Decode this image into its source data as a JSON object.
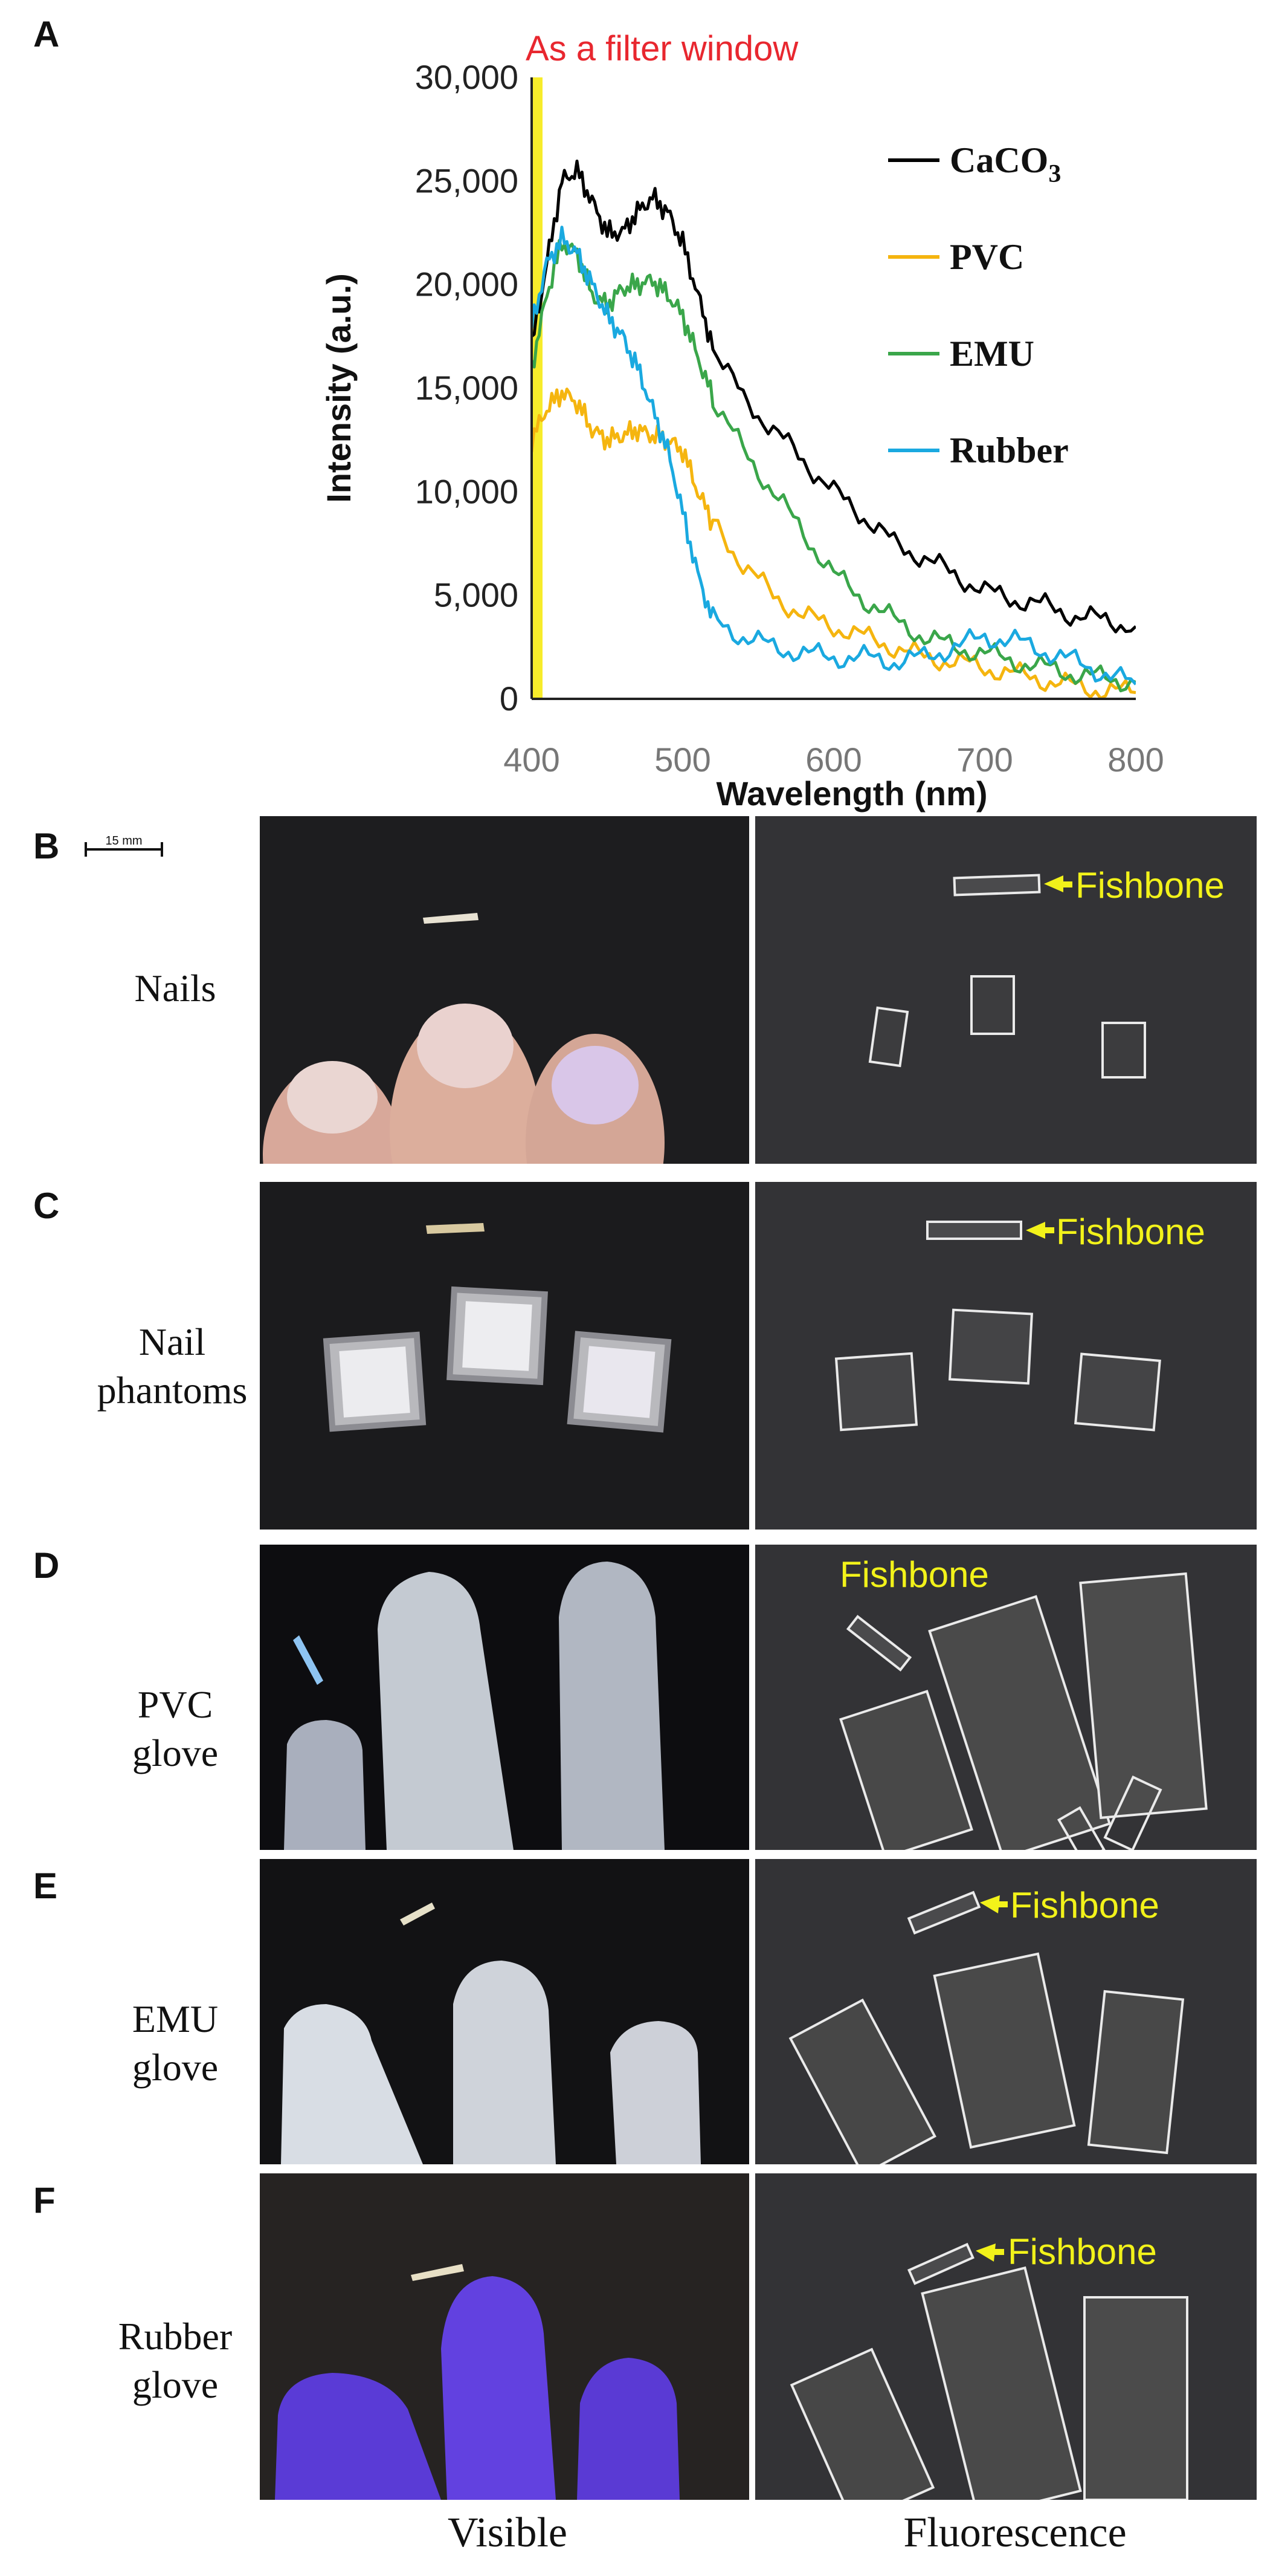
{
  "panels": {
    "a": "A",
    "b": "B",
    "c": "C",
    "d": "D",
    "e": "E",
    "f": "F"
  },
  "scale_bar": "15 mm",
  "rows": {
    "b": "Nails",
    "c_line1": "Nail",
    "c_line2": "phantoms",
    "d_line1": "PVC",
    "d_line2": "glove",
    "e_line1": "EMU",
    "e_line2": "glove",
    "f_line1": "Rubber",
    "f_line2": "glove"
  },
  "fishbone_label": "Fishbone",
  "columns": {
    "visible": "Visible",
    "fluorescence": "Fluorescence"
  },
  "chart_data": {
    "type": "line",
    "annotation": "As a filter window",
    "xlabel": "Wavelength (nm)",
    "ylabel": "Intensity (a.u.)",
    "xlim": [
      400,
      800
    ],
    "ylim": [
      0,
      30000
    ],
    "xticks": [
      "400",
      "500",
      "600",
      "700",
      "800"
    ],
    "yticks": [
      "0",
      "5,000",
      "10,000",
      "15,000",
      "20,000",
      "25,000",
      "30,000"
    ],
    "legend_position": "top-right",
    "series": [
      {
        "name": "CaCO",
        "sub": "3",
        "color": "#000000",
        "x": [
          400,
          410,
          420,
          430,
          440,
          450,
          460,
          470,
          480,
          490,
          500,
          510,
          520,
          540,
          560,
          580,
          600,
          620,
          640,
          660,
          680,
          700,
          720,
          740,
          760,
          780,
          800
        ],
        "y": [
          17000,
          21000,
          25000,
          25500,
          24000,
          22500,
          22500,
          23500,
          24200,
          23500,
          22000,
          19500,
          17000,
          14500,
          13000,
          11500,
          10000,
          8800,
          7500,
          6800,
          6000,
          5200,
          4800,
          4500,
          4000,
          3800,
          3500
        ]
      },
      {
        "name": "PVC",
        "color": "#f5b50f",
        "x": [
          400,
          410,
          420,
          430,
          440,
          450,
          460,
          470,
          480,
          490,
          500,
          510,
          520,
          540,
          560,
          580,
          600,
          620,
          640,
          660,
          680,
          700,
          720,
          740,
          760,
          780,
          800
        ],
        "y": [
          12500,
          14000,
          14800,
          14300,
          13000,
          12500,
          12700,
          13000,
          12700,
          12500,
          12000,
          10000,
          8500,
          6500,
          5000,
          4000,
          3500,
          3000,
          2500,
          2000,
          1800,
          1500,
          1200,
          900,
          600,
          400,
          300
        ]
      },
      {
        "name": "EMU",
        "color": "#3aa64a",
        "x": [
          400,
          410,
          420,
          430,
          440,
          450,
          460,
          470,
          480,
          490,
          500,
          510,
          520,
          540,
          560,
          580,
          600,
          620,
          640,
          660,
          680,
          700,
          720,
          740,
          760,
          780,
          800
        ],
        "y": [
          16000,
          19500,
          22000,
          21500,
          19500,
          19000,
          19800,
          20000,
          20200,
          19500,
          18500,
          16500,
          14500,
          12000,
          10000,
          8000,
          6000,
          4800,
          3800,
          3000,
          2500,
          2200,
          1800,
          1500,
          1200,
          1000,
          800
        ]
      },
      {
        "name": "Rubber",
        "color": "#1aa9e0",
        "x": [
          400,
          410,
          420,
          430,
          440,
          450,
          460,
          470,
          480,
          490,
          500,
          510,
          520,
          540,
          560,
          580,
          600,
          620,
          640,
          660,
          680,
          700,
          720,
          740,
          760,
          780,
          800
        ],
        "y": [
          18000,
          21000,
          22200,
          21500,
          20000,
          18500,
          17500,
          16000,
          14000,
          12000,
          9000,
          6000,
          3800,
          3000,
          2500,
          2200,
          2000,
          2000,
          1800,
          2000,
          2500,
          3000,
          2800,
          2300,
          1800,
          1200,
          700
        ]
      }
    ]
  }
}
